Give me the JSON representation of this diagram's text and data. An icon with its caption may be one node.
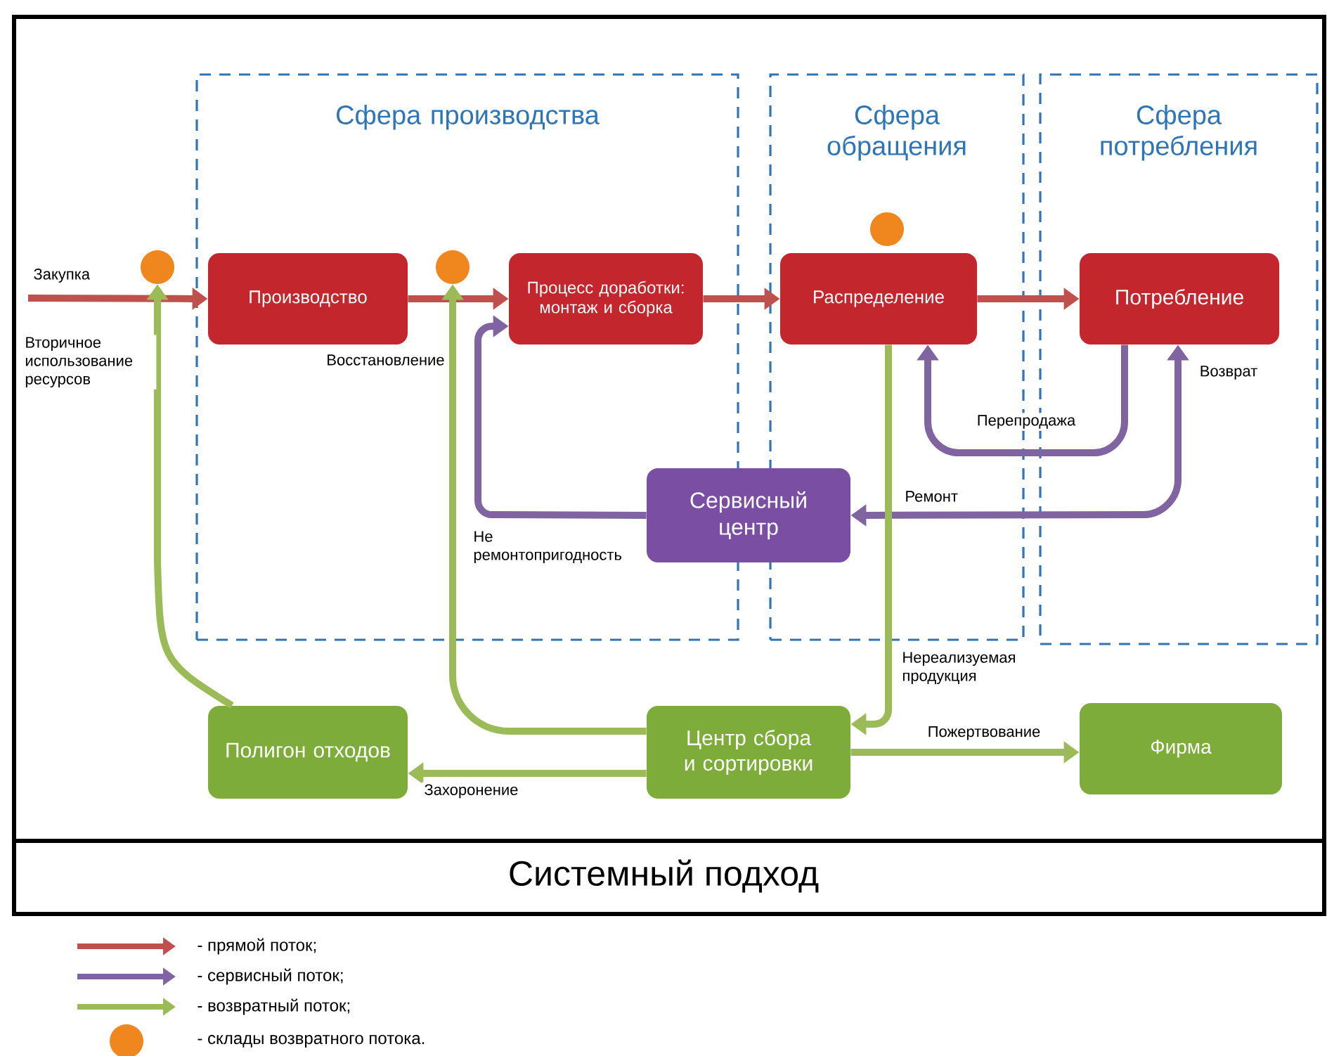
{
  "diagram": {
    "caption": "Системный подход",
    "nodes": [
      {
        "text": [
          "Сфера производства"
        ]
      },
      {
        "text": [
          "Сфера обращения"
        ]
      },
      {
        "text": [
          "Сфера потребления"
        ]
      },
      {
        "text": [
          "Производство"
        ],
        "in": 0
      },
      {
        "text": [
          "Процесс доработки: монтаж и сборка"
        ],
        "in": 0
      },
      {
        "text": [
          "Распределение"
        ],
        "in": 1
      },
      {
        "text": [
          "Потребление"
        ],
        "in": 2
      },
      {
        "text": [
          "Сервисный центр"
        ]
      },
      {
        "text": [
          "Полигон отходов"
        ]
      },
      {
        "text": [
          "Центр сбора и сортировки"
        ]
      },
      {
        "text": [
          "Фирма"
        ]
      },
      {
        "text": [],
        "shape": "circle"
      },
      {
        "text": [],
        "shape": "circle",
        "in": 0
      },
      {
        "text": [],
        "shape": "circle",
        "in": 1
      }
    ],
    "edges": [
      {
        "from": null,
        "to": 3,
        "arrow": "to",
        "label": "Закупка",
        "color": "#c0504d"
      },
      {
        "from": 3,
        "to": 4,
        "arrow": "to",
        "color": "#c0504d"
      },
      {
        "from": 4,
        "to": 5,
        "arrow": "to",
        "color": "#c0504d"
      },
      {
        "from": 5,
        "to": 6,
        "arrow": "to",
        "color": "#c0504d"
      },
      {
        "from": 6,
        "to": 5,
        "arrow": "to",
        "label": "Перепродажа",
        "color": "#8064a2"
      },
      {
        "from": 6,
        "to": 7,
        "arrow": "both",
        "label": "Ремонт",
        "color": "#8064a2"
      },
      {
        "from": 7,
        "to": 4,
        "arrow": "to",
        "label": "Не ремонтопригодность",
        "color": "#8064a2"
      },
      {
        "from": 5,
        "to": 9,
        "arrow": "to",
        "label": "Нереализуемая продукция"
      },
      {
        "from": 9,
        "to": 12,
        "arrow": "to",
        "label": "Восстановление"
      },
      {
        "from": 9,
        "to": 8,
        "arrow": "to",
        "label": "Захоронение"
      },
      {
        "from": 9,
        "to": 10,
        "arrow": "to",
        "label": "Пожертвование"
      },
      {
        "from": 8,
        "to": 11,
        "arrow": "to",
        "label": "Вторичное использование ресурсов"
      }
    ],
    "labels": [
      "Возврат"
    ],
    "legend": [
      {
        "text": "- прямой поток;"
      },
      {
        "text": "- сервисный поток;"
      },
      {
        "text": "- возвратный поток;"
      },
      {
        "text": "- склады возвратного потока.",
        "color": "#f0861e"
      }
    ]
  }
}
